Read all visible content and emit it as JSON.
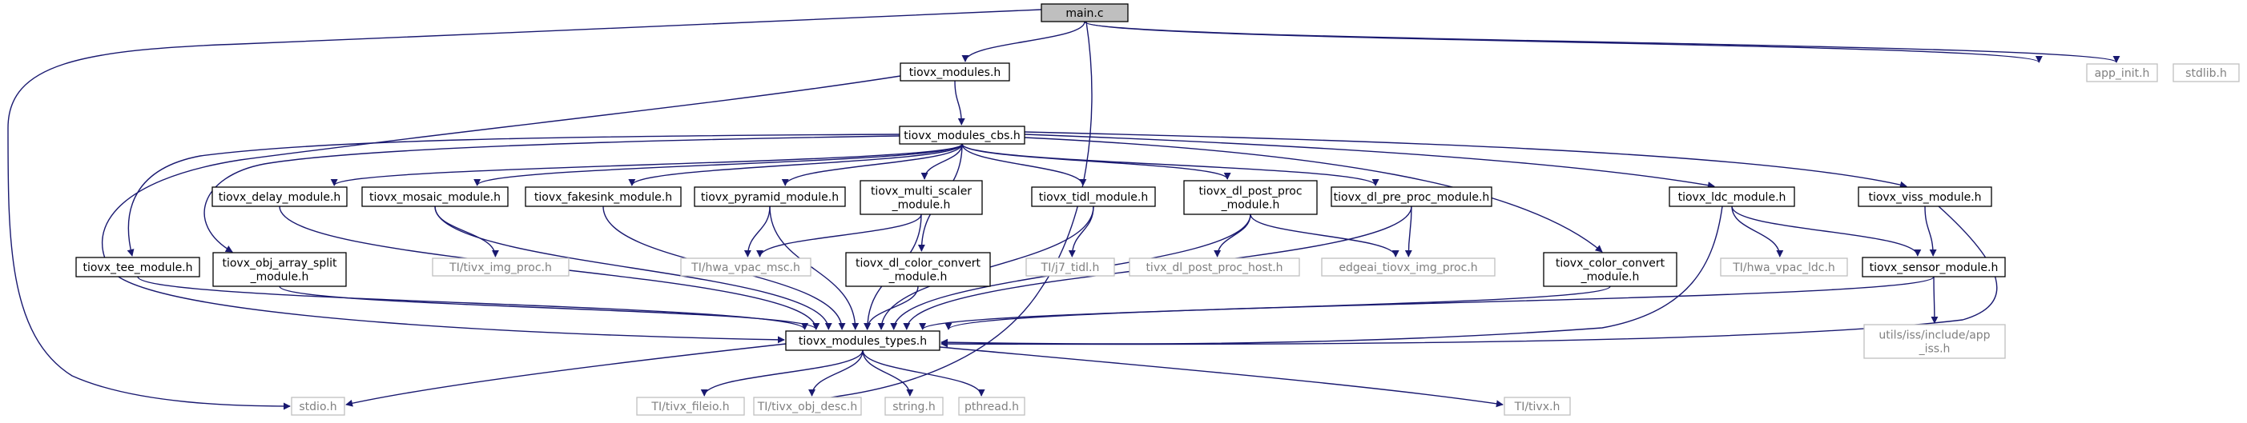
{
  "graph": {
    "colors": {
      "edge": "#191970",
      "node_border_documented": "#000000",
      "node_border_undocumented": "#bfbfbf",
      "node_fill_root": "#bfbfbf",
      "node_fill": "#ffffff",
      "text_documented": "#000000",
      "text_undocumented": "#808080"
    },
    "nodes": [
      {
        "id": "main",
        "lines": [
          "main.c"
        ],
        "style": "root"
      },
      {
        "id": "modules",
        "lines": [
          "tiovx_modules.h"
        ],
        "style": "doc"
      },
      {
        "id": "app_init",
        "lines": [
          "app_init.h"
        ],
        "style": "undoc"
      },
      {
        "id": "stdlib",
        "lines": [
          "stdlib.h"
        ],
        "style": "undoc"
      },
      {
        "id": "cbs",
        "lines": [
          "tiovx_modules_cbs.h"
        ],
        "style": "doc"
      },
      {
        "id": "delay",
        "lines": [
          "tiovx_delay_module.h"
        ],
        "style": "doc"
      },
      {
        "id": "mosaic",
        "lines": [
          "tiovx_mosaic_module.h"
        ],
        "style": "doc"
      },
      {
        "id": "fakesink",
        "lines": [
          "tiovx_fakesink_module.h"
        ],
        "style": "doc"
      },
      {
        "id": "pyramid",
        "lines": [
          "tiovx_pyramid_module.h"
        ],
        "style": "doc"
      },
      {
        "id": "multiscaler",
        "lines": [
          "tiovx_multi_scaler",
          "_module.h"
        ],
        "style": "doc"
      },
      {
        "id": "tidl",
        "lines": [
          "tiovx_tidl_module.h"
        ],
        "style": "doc"
      },
      {
        "id": "dlpost",
        "lines": [
          "tiovx_dl_post_proc",
          "_module.h"
        ],
        "style": "doc"
      },
      {
        "id": "dlpre",
        "lines": [
          "tiovx_dl_pre_proc_module.h"
        ],
        "style": "doc"
      },
      {
        "id": "ldc",
        "lines": [
          "tiovx_ldc_module.h"
        ],
        "style": "doc"
      },
      {
        "id": "viss",
        "lines": [
          "tiovx_viss_module.h"
        ],
        "style": "doc"
      },
      {
        "id": "tee",
        "lines": [
          "tiovx_tee_module.h"
        ],
        "style": "doc"
      },
      {
        "id": "objarr",
        "lines": [
          "tiovx_obj_array_split",
          "_module.h"
        ],
        "style": "doc"
      },
      {
        "id": "imgproc",
        "lines": [
          "TI/tivx_img_proc.h"
        ],
        "style": "undoc"
      },
      {
        "id": "vpacmsc",
        "lines": [
          "TI/hwa_vpac_msc.h"
        ],
        "style": "undoc"
      },
      {
        "id": "dlcc",
        "lines": [
          "tiovx_dl_color_convert",
          "_module.h"
        ],
        "style": "doc"
      },
      {
        "id": "j7tidl",
        "lines": [
          "TI/j7_tidl.h"
        ],
        "style": "undoc"
      },
      {
        "id": "dlpphost",
        "lines": [
          "tivx_dl_post_proc_host.h"
        ],
        "style": "undoc"
      },
      {
        "id": "edgeai",
        "lines": [
          "edgeai_tiovx_img_proc.h"
        ],
        "style": "undoc"
      },
      {
        "id": "colorconv",
        "lines": [
          "tiovx_color_convert",
          "_module.h"
        ],
        "style": "doc"
      },
      {
        "id": "vpacldc",
        "lines": [
          "TI/hwa_vpac_ldc.h"
        ],
        "style": "undoc"
      },
      {
        "id": "sensor",
        "lines": [
          "tiovx_sensor_module.h"
        ],
        "style": "doc"
      },
      {
        "id": "types",
        "lines": [
          "tiovx_modules_types.h"
        ],
        "style": "doc"
      },
      {
        "id": "appiss",
        "lines": [
          "utils/iss/include/app",
          "_iss.h"
        ],
        "style": "undoc"
      },
      {
        "id": "stdio",
        "lines": [
          "stdio.h"
        ],
        "style": "undoc"
      },
      {
        "id": "fileio",
        "lines": [
          "TI/tivx_fileio.h"
        ],
        "style": "undoc"
      },
      {
        "id": "objdesc",
        "lines": [
          "TI/tivx_obj_desc.h"
        ],
        "style": "undoc"
      },
      {
        "id": "string",
        "lines": [
          "string.h"
        ],
        "style": "undoc"
      },
      {
        "id": "pthread",
        "lines": [
          "pthread.h"
        ],
        "style": "undoc"
      },
      {
        "id": "tivx",
        "lines": [
          "TI/tivx.h"
        ],
        "style": "undoc"
      }
    ],
    "edges": [
      [
        "main",
        "modules"
      ],
      [
        "main",
        "app_init"
      ],
      [
        "main",
        "stdlib"
      ],
      [
        "main",
        "stdio"
      ],
      [
        "main",
        "tivx"
      ],
      [
        "modules",
        "cbs"
      ],
      [
        "modules",
        "types"
      ],
      [
        "cbs",
        "delay"
      ],
      [
        "cbs",
        "mosaic"
      ],
      [
        "cbs",
        "fakesink"
      ],
      [
        "cbs",
        "pyramid"
      ],
      [
        "cbs",
        "multiscaler"
      ],
      [
        "cbs",
        "tidl"
      ],
      [
        "cbs",
        "dlpost"
      ],
      [
        "cbs",
        "dlpre"
      ],
      [
        "cbs",
        "ldc"
      ],
      [
        "cbs",
        "viss"
      ],
      [
        "cbs",
        "tee"
      ],
      [
        "cbs",
        "objarr"
      ],
      [
        "cbs",
        "dlcc"
      ],
      [
        "cbs",
        "colorconv"
      ],
      [
        "delay",
        "types"
      ],
      [
        "mosaic",
        "types"
      ],
      [
        "mosaic",
        "imgproc"
      ],
      [
        "fakesink",
        "types"
      ],
      [
        "pyramid",
        "types"
      ],
      [
        "pyramid",
        "vpacmsc"
      ],
      [
        "multiscaler",
        "vpacmsc"
      ],
      [
        "multiscaler",
        "types"
      ],
      [
        "tidl",
        "j7tidl"
      ],
      [
        "tidl",
        "types"
      ],
      [
        "dlpost",
        "dlpphost"
      ],
      [
        "dlpost",
        "edgeai"
      ],
      [
        "dlpost",
        "types"
      ],
      [
        "dlpre",
        "edgeai"
      ],
      [
        "dlpre",
        "types"
      ],
      [
        "ldc",
        "vpacldc"
      ],
      [
        "ldc",
        "sensor"
      ],
      [
        "ldc",
        "types"
      ],
      [
        "viss",
        "sensor"
      ],
      [
        "viss",
        "types"
      ],
      [
        "tee",
        "types"
      ],
      [
        "objarr",
        "types"
      ],
      [
        "dlcc",
        "types"
      ],
      [
        "colorconv",
        "types"
      ],
      [
        "sensor",
        "types"
      ],
      [
        "sensor",
        "appiss"
      ],
      [
        "types",
        "stdio"
      ],
      [
        "types",
        "fileio"
      ],
      [
        "types",
        "objdesc"
      ],
      [
        "types",
        "string"
      ],
      [
        "types",
        "pthread"
      ],
      [
        "types",
        "tivx"
      ]
    ]
  }
}
